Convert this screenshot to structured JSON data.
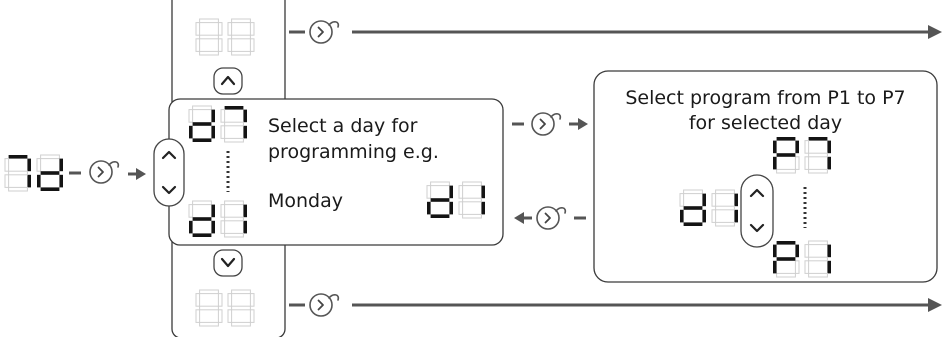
{
  "labels": {
    "select_day_line1": "Select a day for",
    "select_day_line2": "programming e.g.",
    "select_day_line3": "Monday",
    "select_program_line1": "Select program from P1 to P7",
    "select_program_line2": "for selected day"
  },
  "displays": {
    "entry": "7d",
    "top_scroll": "88",
    "day_max": "d7",
    "day_min": "d1",
    "day_selected": "d1",
    "bottom_scroll": "88",
    "program_day": "d1",
    "program_max": "P7",
    "program_min": "P1"
  },
  "icons": {
    "confirm": "key-confirm-icon",
    "up": "chevron-up-icon",
    "down": "chevron-down-icon",
    "updown": "up-down-button-icon"
  },
  "colors": {
    "segment_on": "#141414",
    "segment_off": "#cfcfcf",
    "arrow": "#555555"
  }
}
